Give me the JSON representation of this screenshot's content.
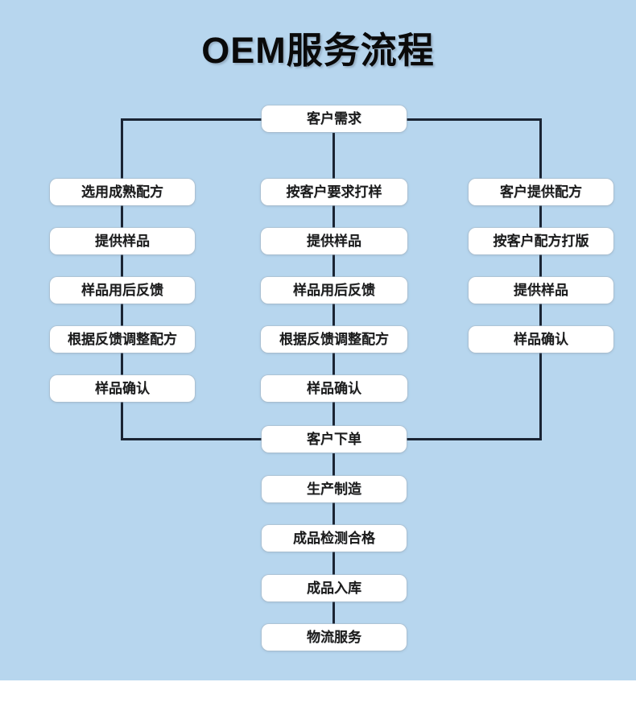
{
  "page": {
    "title": "OEM服务流程",
    "background_color": "#b7d6ee",
    "node_fill_color": "#ffffff",
    "connector_color": "#1a2433",
    "text_color": "#1b1b1b"
  },
  "flow": {
    "start": {
      "label": "客户需求"
    },
    "branches": [
      {
        "name": "mature-formula-branch",
        "steps": [
          {
            "label": "选用成熟配方"
          },
          {
            "label": "提供样品"
          },
          {
            "label": "样品用后反馈"
          },
          {
            "label": "根据反馈调整配方"
          },
          {
            "label": "样品确认"
          }
        ]
      },
      {
        "name": "custom-sample-branch",
        "steps": [
          {
            "label": "按客户要求打样"
          },
          {
            "label": "提供样品"
          },
          {
            "label": "样品用后反馈"
          },
          {
            "label": "根据反馈调整配方"
          },
          {
            "label": "样品确认"
          }
        ]
      },
      {
        "name": "customer-formula-branch",
        "steps": [
          {
            "label": "客户提供配方"
          },
          {
            "label": "按客户配方打版"
          },
          {
            "label": "提供样品"
          },
          {
            "label": "样品确认"
          }
        ]
      }
    ],
    "merge": {
      "label": "客户下单"
    },
    "tail": [
      {
        "label": "生产制造"
      },
      {
        "label": "成品检测合格"
      },
      {
        "label": "成品入库"
      },
      {
        "label": "物流服务"
      }
    ]
  }
}
